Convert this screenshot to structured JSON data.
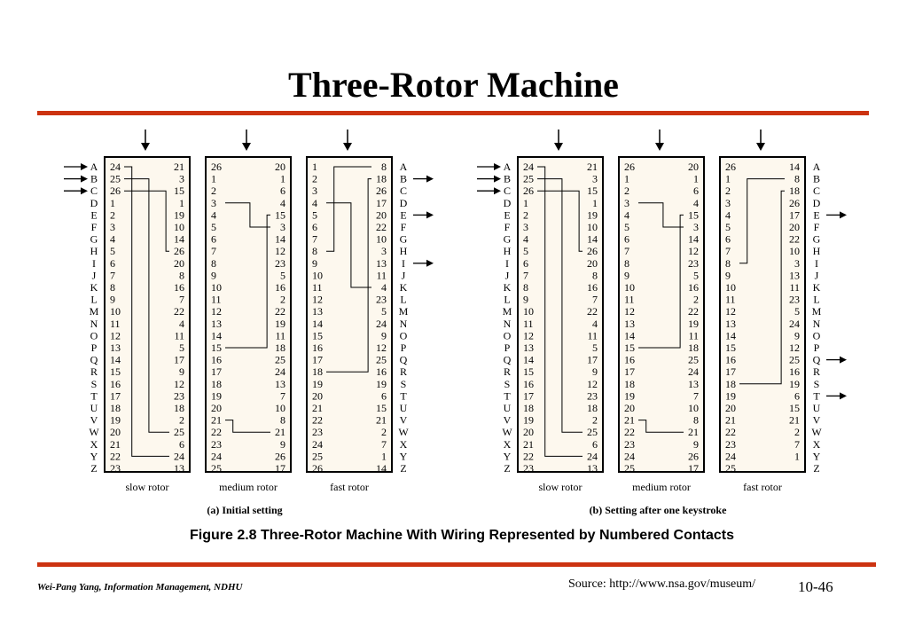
{
  "title": "Three-Rotor Machine",
  "figure": {
    "caption": "Figure 2.8   Three-Rotor Machine With Wiring Represented by Numbered Contacts",
    "rotor_labels": [
      "slow rotor",
      "medium rotor",
      "fast rotor"
    ],
    "panels": [
      {
        "id": "a",
        "subtitle": "(a) Initial setting",
        "input_letters": [
          "A",
          "B",
          "C"
        ],
        "output_letters": [
          "B",
          "E",
          "I"
        ],
        "rotors": [
          {
            "left": [
              24,
              25,
              26,
              1,
              2,
              3,
              4,
              5,
              6,
              7,
              8,
              9,
              10,
              11,
              12,
              13,
              14,
              15,
              16,
              17,
              18,
              19,
              20,
              21,
              22,
              23
            ],
            "right": [
              21,
              3,
              15,
              1,
              19,
              10,
              14,
              26,
              20,
              8,
              16,
              7,
              22,
              4,
              11,
              5,
              17,
              9,
              12,
              23,
              18,
              2,
              25,
              6,
              24,
              13
            ]
          },
          {
            "left": [
              26,
              1,
              2,
              3,
              4,
              5,
              6,
              7,
              8,
              9,
              10,
              11,
              12,
              13,
              14,
              15,
              16,
              17,
              18,
              19,
              20,
              21,
              22,
              23,
              24,
              25
            ],
            "right": [
              20,
              1,
              6,
              4,
              15,
              3,
              14,
              12,
              23,
              5,
              16,
              2,
              22,
              19,
              11,
              18,
              25,
              24,
              13,
              7,
              10,
              8,
              21,
              9,
              26,
              17
            ]
          },
          {
            "left": [
              1,
              2,
              3,
              4,
              5,
              6,
              7,
              8,
              9,
              10,
              11,
              12,
              13,
              14,
              15,
              16,
              17,
              18,
              19,
              20,
              21,
              22,
              23,
              24,
              25,
              26
            ],
            "right": [
              8,
              18,
              26,
              17,
              20,
              22,
              10,
              3,
              13,
              11,
              4,
              23,
              5,
              24,
              9,
              12,
              25,
              16,
              19,
              6,
              15,
              21,
              2,
              7,
              1,
              14
            ]
          }
        ]
      },
      {
        "id": "b",
        "subtitle": "(b) Setting after one keystroke",
        "input_letters": [
          "A",
          "B",
          "C"
        ],
        "output_letters": [
          "E",
          "Q",
          "T"
        ],
        "rotors": [
          {
            "left": [
              24,
              25,
              26,
              1,
              2,
              3,
              4,
              5,
              6,
              7,
              8,
              9,
              10,
              11,
              12,
              13,
              14,
              15,
              16,
              17,
              18,
              19,
              20,
              21,
              22,
              23
            ],
            "right": [
              21,
              3,
              15,
              1,
              19,
              10,
              14,
              26,
              20,
              8,
              16,
              7,
              22,
              4,
              11,
              5,
              17,
              9,
              12,
              23,
              18,
              2,
              25,
              6,
              24,
              13
            ]
          },
          {
            "left": [
              26,
              1,
              2,
              3,
              4,
              5,
              6,
              7,
              8,
              9,
              10,
              11,
              12,
              13,
              14,
              15,
              16,
              17,
              18,
              19,
              20,
              21,
              22,
              23,
              24,
              25
            ],
            "right": [
              20,
              1,
              6,
              4,
              15,
              3,
              14,
              12,
              23,
              5,
              16,
              2,
              22,
              19,
              11,
              18,
              25,
              24,
              13,
              7,
              10,
              8,
              21,
              9,
              26,
              17
            ]
          },
          {
            "left": [
              26,
              1,
              2,
              3,
              4,
              5,
              6,
              7,
              8,
              9,
              10,
              11,
              12,
              13,
              14,
              15,
              16,
              17,
              18,
              19,
              20,
              21,
              22,
              23,
              24,
              25
            ],
            "right": [
              14,
              8,
              18,
              26,
              17,
              20,
              22,
              10,
              3,
              13,
              11,
              23,
              5,
              24,
              9,
              12,
              25,
              16,
              19,
              6,
              15,
              21,
              2,
              7,
              1
            ]
          }
        ]
      }
    ],
    "letters": [
      "A",
      "B",
      "C",
      "D",
      "E",
      "F",
      "G",
      "H",
      "I",
      "J",
      "K",
      "L",
      "M",
      "N",
      "O",
      "P",
      "Q",
      "R",
      "S",
      "T",
      "U",
      "V",
      "W",
      "X",
      "Y",
      "Z"
    ]
  },
  "footer": {
    "author": "Wei-Pang Yang, Information Management, NDHU",
    "source": "Source: http://www.nsa.gov/museum/",
    "page": "10-46"
  },
  "colors": {
    "rule": "#cc3311",
    "rotor_fill": "#fdf8ee"
  }
}
